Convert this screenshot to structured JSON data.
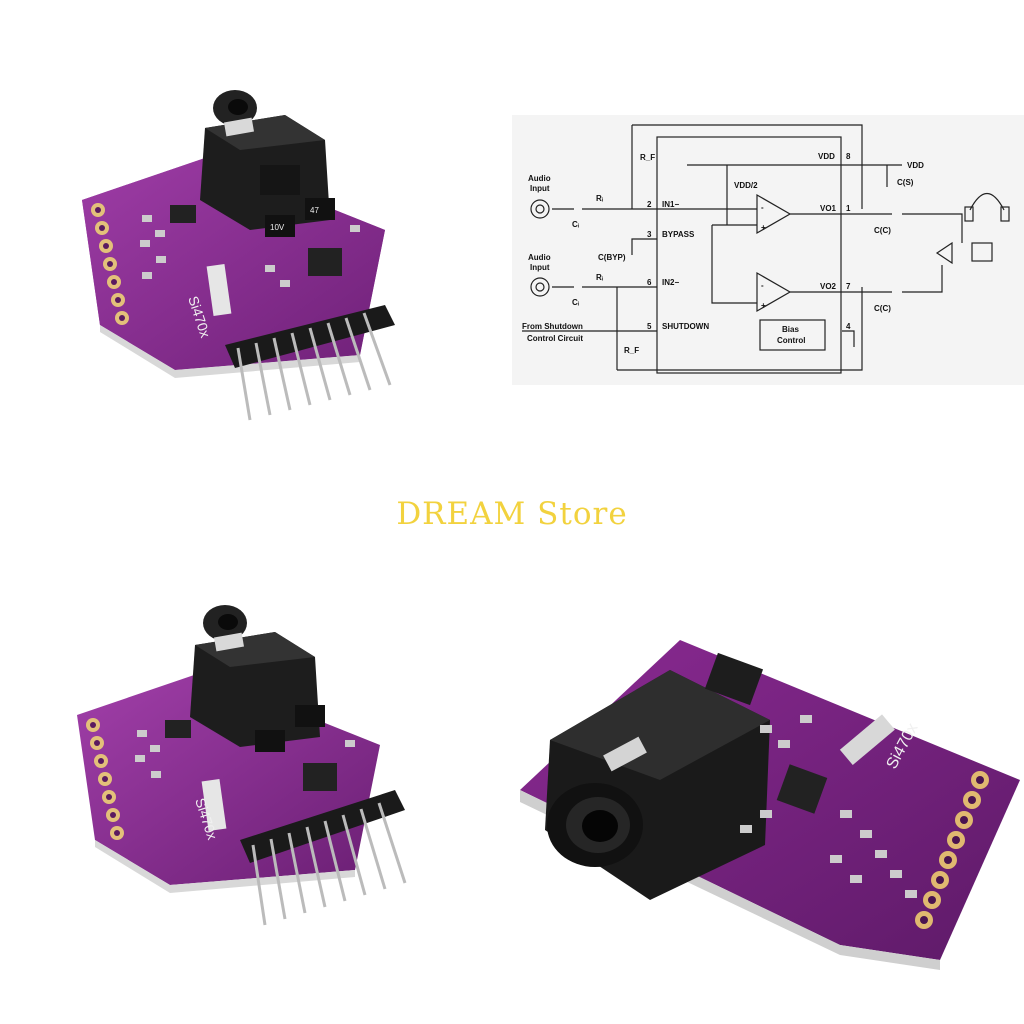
{
  "store": {
    "name": "DREAM Store"
  },
  "product": {
    "silkscreen": "Si470x"
  },
  "schematic": {
    "left": {
      "audio_input_1": [
        "Audio",
        "Input"
      ],
      "audio_input_2": [
        "Audio",
        "Input"
      ],
      "ri_1": "Rᵢ",
      "ri_2": "Rᵢ",
      "ci_1": "Cᵢ",
      "ci_2": "Cᵢ",
      "rf_top": "R_F",
      "rf_bottom": "R_F",
      "cbyp": "C(BYP)",
      "shutdown_source": [
        "From Shutdown",
        "Control Circuit"
      ]
    },
    "pins": [
      {
        "num": "2",
        "name": "IN1−"
      },
      {
        "num": "3",
        "name": "BYPASS"
      },
      {
        "num": "6",
        "name": "IN2−"
      },
      {
        "num": "5",
        "name": "SHUTDOWN"
      },
      {
        "num": "8",
        "name": "VDD"
      },
      {
        "num": "1",
        "name": "VO1"
      },
      {
        "num": "7",
        "name": "VO2"
      },
      {
        "num": "4",
        "name": ""
      }
    ],
    "inner": {
      "vdd_half": "VDD/2",
      "bias": [
        "Bias",
        "Control"
      ]
    },
    "right": {
      "vdd": "VDD",
      "cs": "C(S)",
      "cc_1": "C(C)",
      "cc_2": "C(C)"
    }
  }
}
